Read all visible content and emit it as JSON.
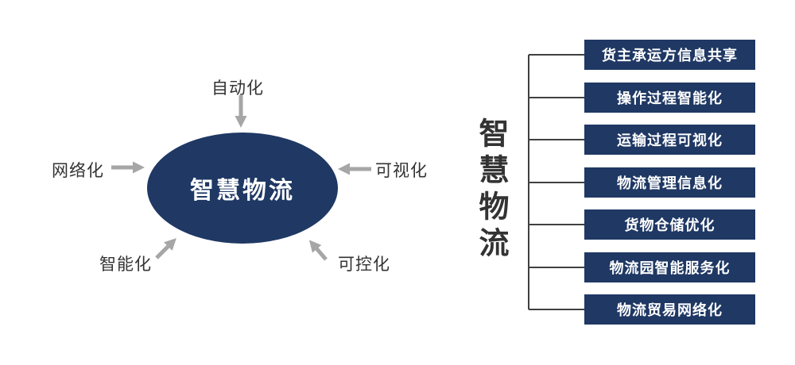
{
  "diagram": {
    "center_label": "智慧物流",
    "factors": [
      {
        "label": "自动化",
        "position": "top"
      },
      {
        "label": "网络化",
        "position": "left"
      },
      {
        "label": "可视化",
        "position": "right"
      },
      {
        "label": "智能化",
        "position": "bottom-left"
      },
      {
        "label": "可控化",
        "position": "bottom-right"
      }
    ]
  },
  "tree": {
    "title": "智慧物流",
    "items": [
      "货主承运方信息共享",
      "操作过程智能化",
      "运输过程可视化",
      "物流管理信息化",
      "货物仓储优化",
      "物流园智能服务化",
      "物流贸易网络化"
    ]
  },
  "colors": {
    "navy": "#1f3864",
    "arrow_gray": "#a6a6a6",
    "bracket_line": "#404040",
    "label_text": "#333333",
    "box_text": "#ffffff"
  }
}
